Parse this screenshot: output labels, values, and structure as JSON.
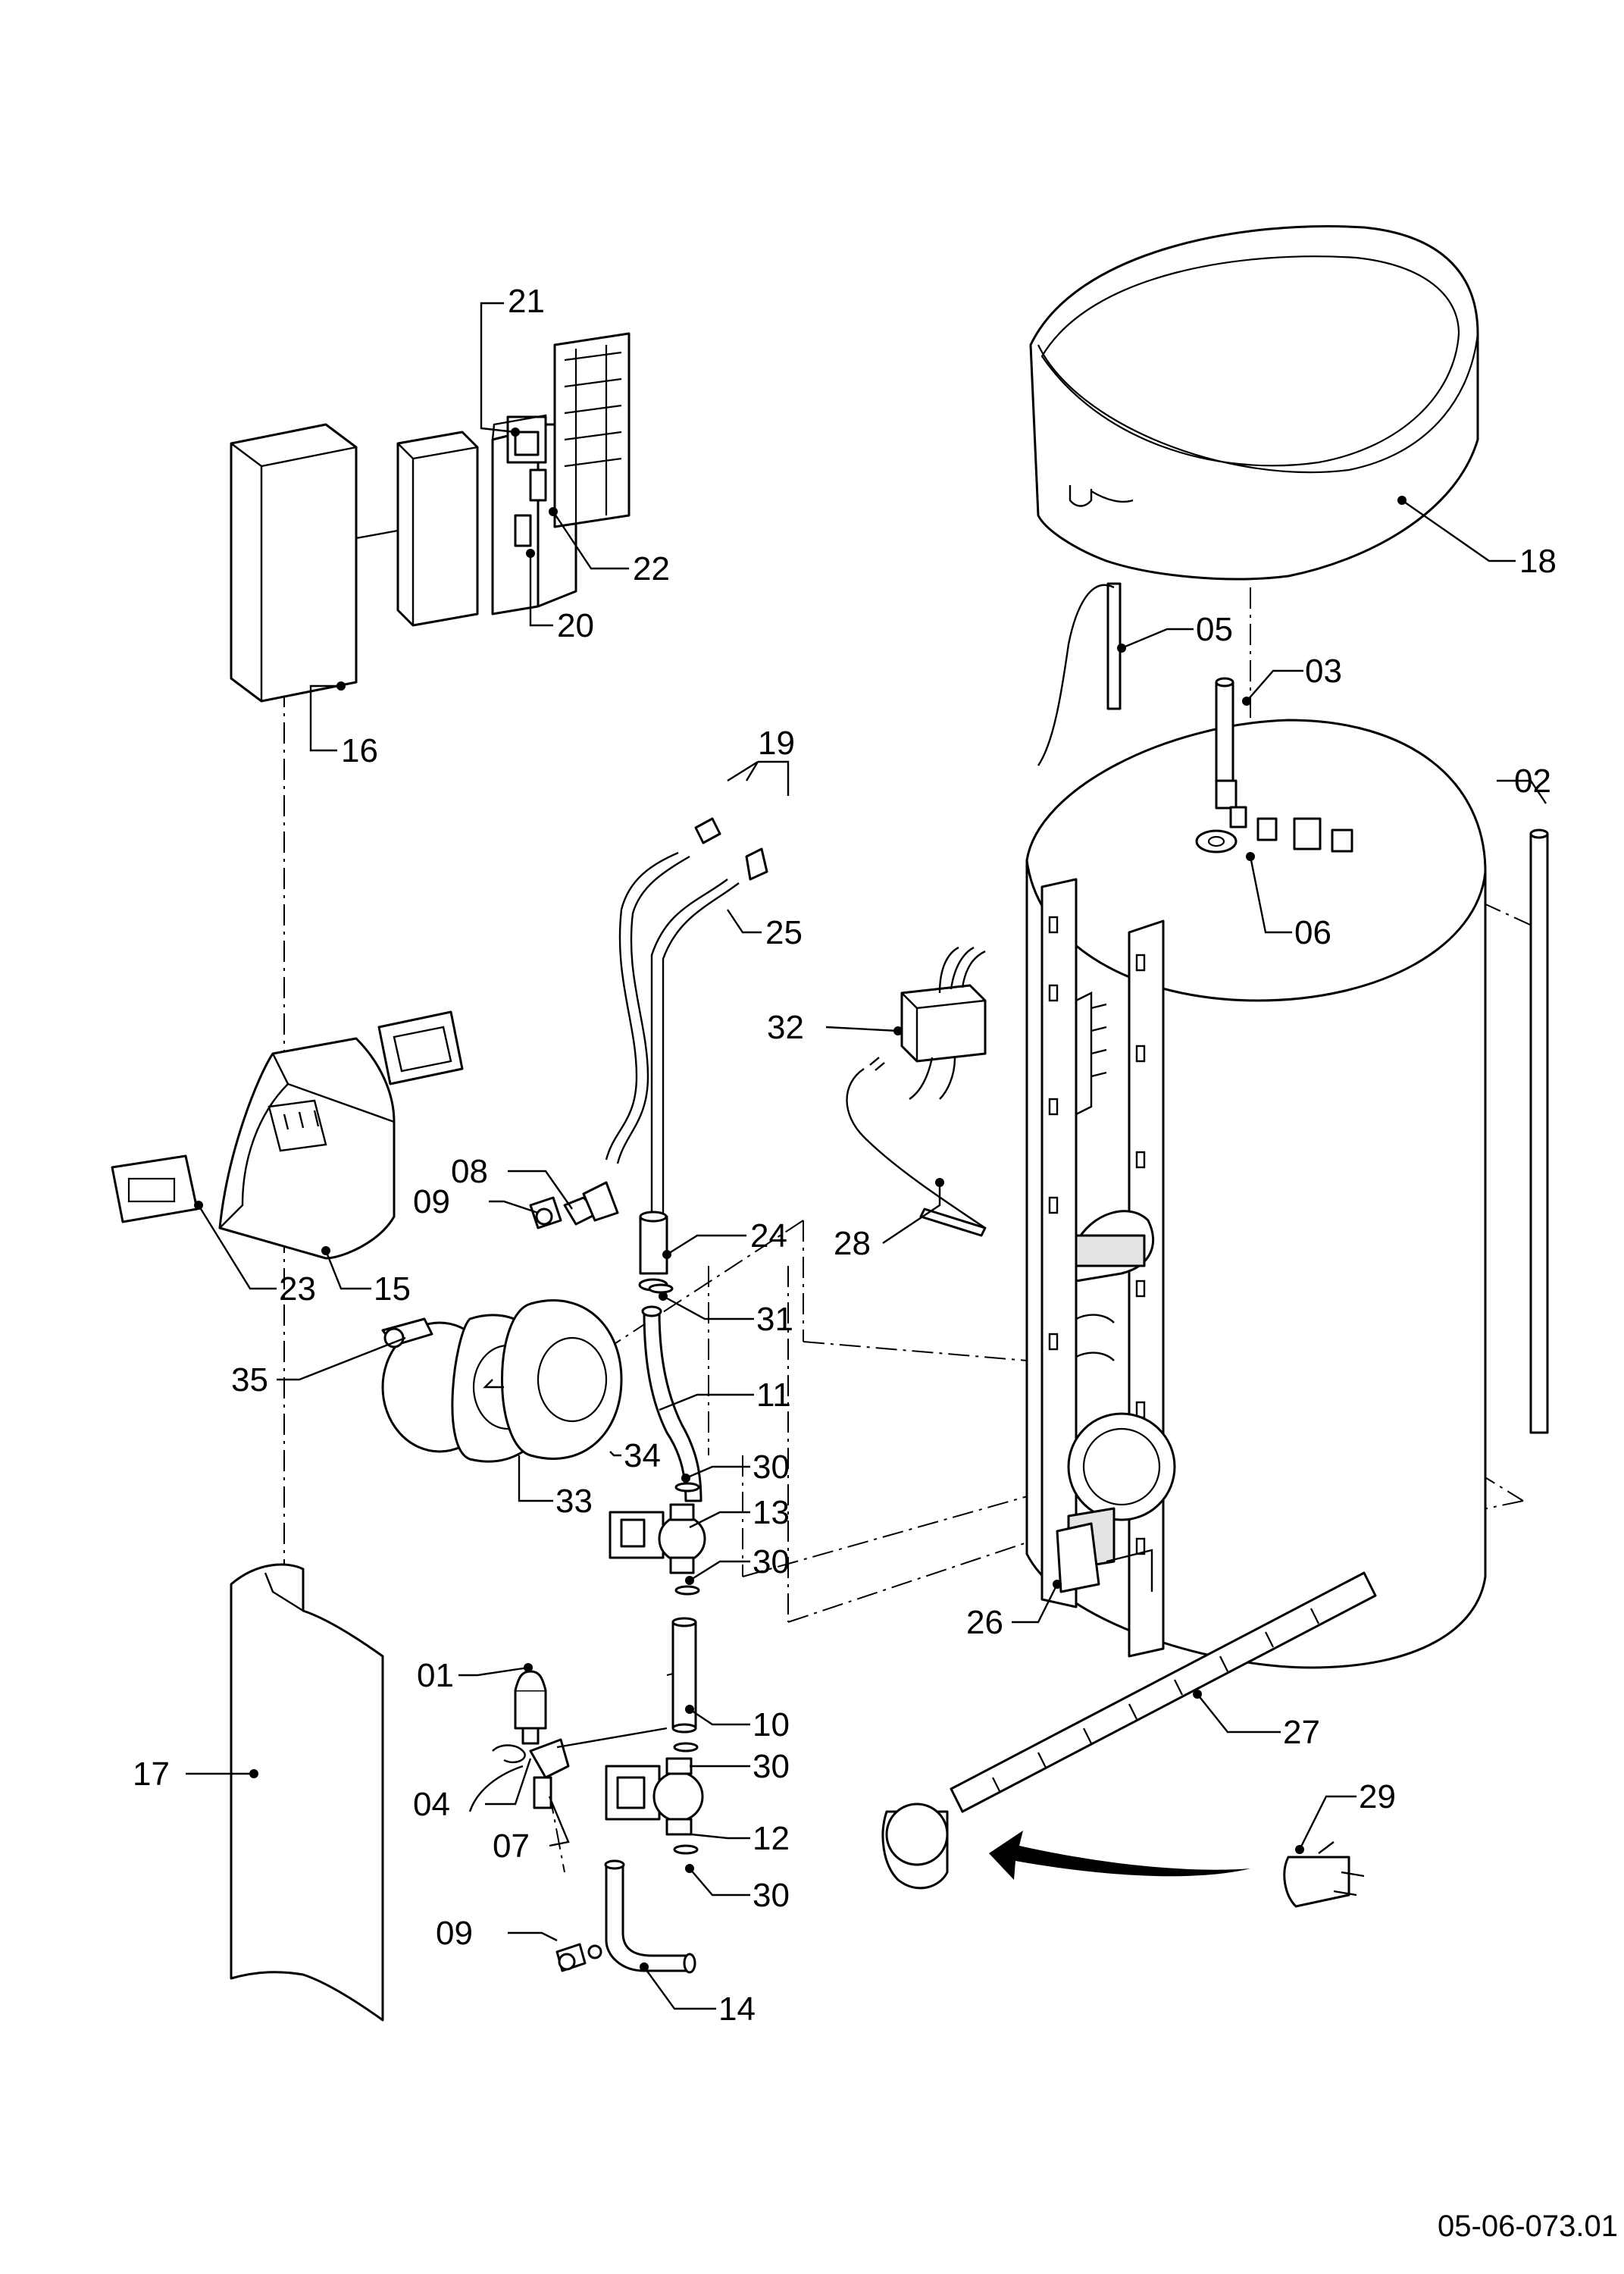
{
  "document_number": "05-06-073.01",
  "callouts": {
    "c01": "01",
    "c02": "02",
    "c03": "03",
    "c04": "04",
    "c05": "05",
    "c06": "06",
    "c07": "07",
    "c08": "08",
    "c09a": "09",
    "c09b": "09",
    "c10": "10",
    "c11": "11",
    "c12": "12",
    "c13": "13",
    "c14": "14",
    "c15": "15",
    "c16": "16",
    "c17": "17",
    "c18": "18",
    "c19": "19",
    "c20": "20",
    "c21": "21",
    "c22": "22",
    "c23": "23",
    "c24": "24",
    "c25": "25",
    "c26": "26",
    "c27": "27",
    "c28": "28",
    "c29": "29",
    "c30a": "30",
    "c30b": "30",
    "c30c": "30",
    "c30d": "30",
    "c31": "31",
    "c32": "32",
    "c33": "33",
    "c34": "34",
    "c35": "35"
  }
}
